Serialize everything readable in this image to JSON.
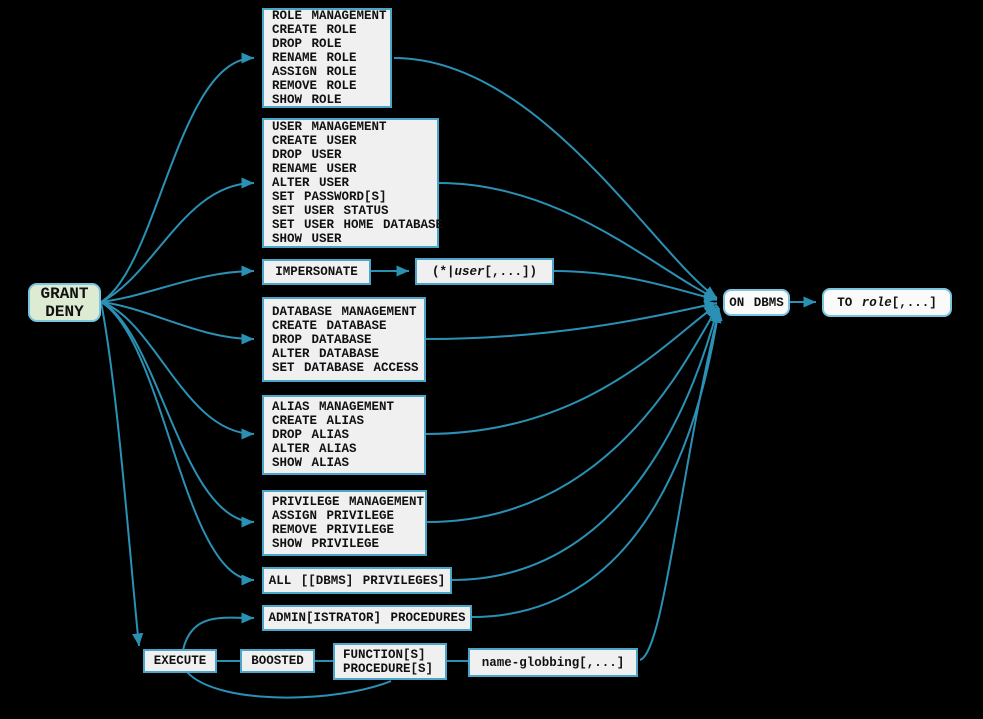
{
  "colors": {
    "background": "#000000",
    "line": "#2a91b5",
    "box_border": "#4aa6c9",
    "box_fill": "#f0f0f0",
    "rounded_border": "#79c5df",
    "rounded_fill": "#fafafa",
    "start_fill": "#dcebd1",
    "text": "#111111"
  },
  "start": {
    "line1": "GRANT",
    "line2": "DENY"
  },
  "groups": {
    "role": [
      "ROLE MANAGEMENT",
      "CREATE ROLE",
      "DROP ROLE",
      "RENAME ROLE",
      "ASSIGN ROLE",
      "REMOVE ROLE",
      "SHOW ROLE"
    ],
    "user": [
      "USER MANAGEMENT",
      "CREATE USER",
      "DROP USER",
      "RENAME USER",
      "ALTER USER",
      "SET PASSWORD[S]",
      "SET USER STATUS",
      "SET USER HOME DATABASE",
      "SHOW USER"
    ],
    "database": [
      "DATABASE MANAGEMENT",
      "CREATE DATABASE",
      "DROP DATABASE",
      "ALTER DATABASE",
      "SET DATABASE ACCESS"
    ],
    "alias": [
      "ALIAS MANAGEMENT",
      "CREATE ALIAS",
      "DROP ALIAS",
      "ALTER ALIAS",
      "SHOW ALIAS"
    ],
    "privilege": [
      "PRIVILEGE MANAGEMENT",
      "ASSIGN PRIVILEGE",
      "REMOVE PRIVILEGE",
      "SHOW PRIVILEGE"
    ],
    "function": [
      "FUNCTION[S]",
      "PROCEDURE[S]"
    ]
  },
  "keywords": {
    "impersonate": "IMPERSONATE",
    "all_privileges": "ALL [[DBMS] PRIVILEGES]",
    "admin_procedures": "ADMIN[ISTRATOR] PROCEDURES",
    "execute": "EXECUTE",
    "boosted": "BOOSTED",
    "name_globbing": "name-globbing[,...]",
    "on_dbms": "ON DBMS"
  },
  "user_arg": {
    "pre": "(*|",
    "var": "user",
    "post": "[,...])"
  },
  "to_role": {
    "pre": "TO ",
    "var": "role",
    "post": "[,...]"
  }
}
